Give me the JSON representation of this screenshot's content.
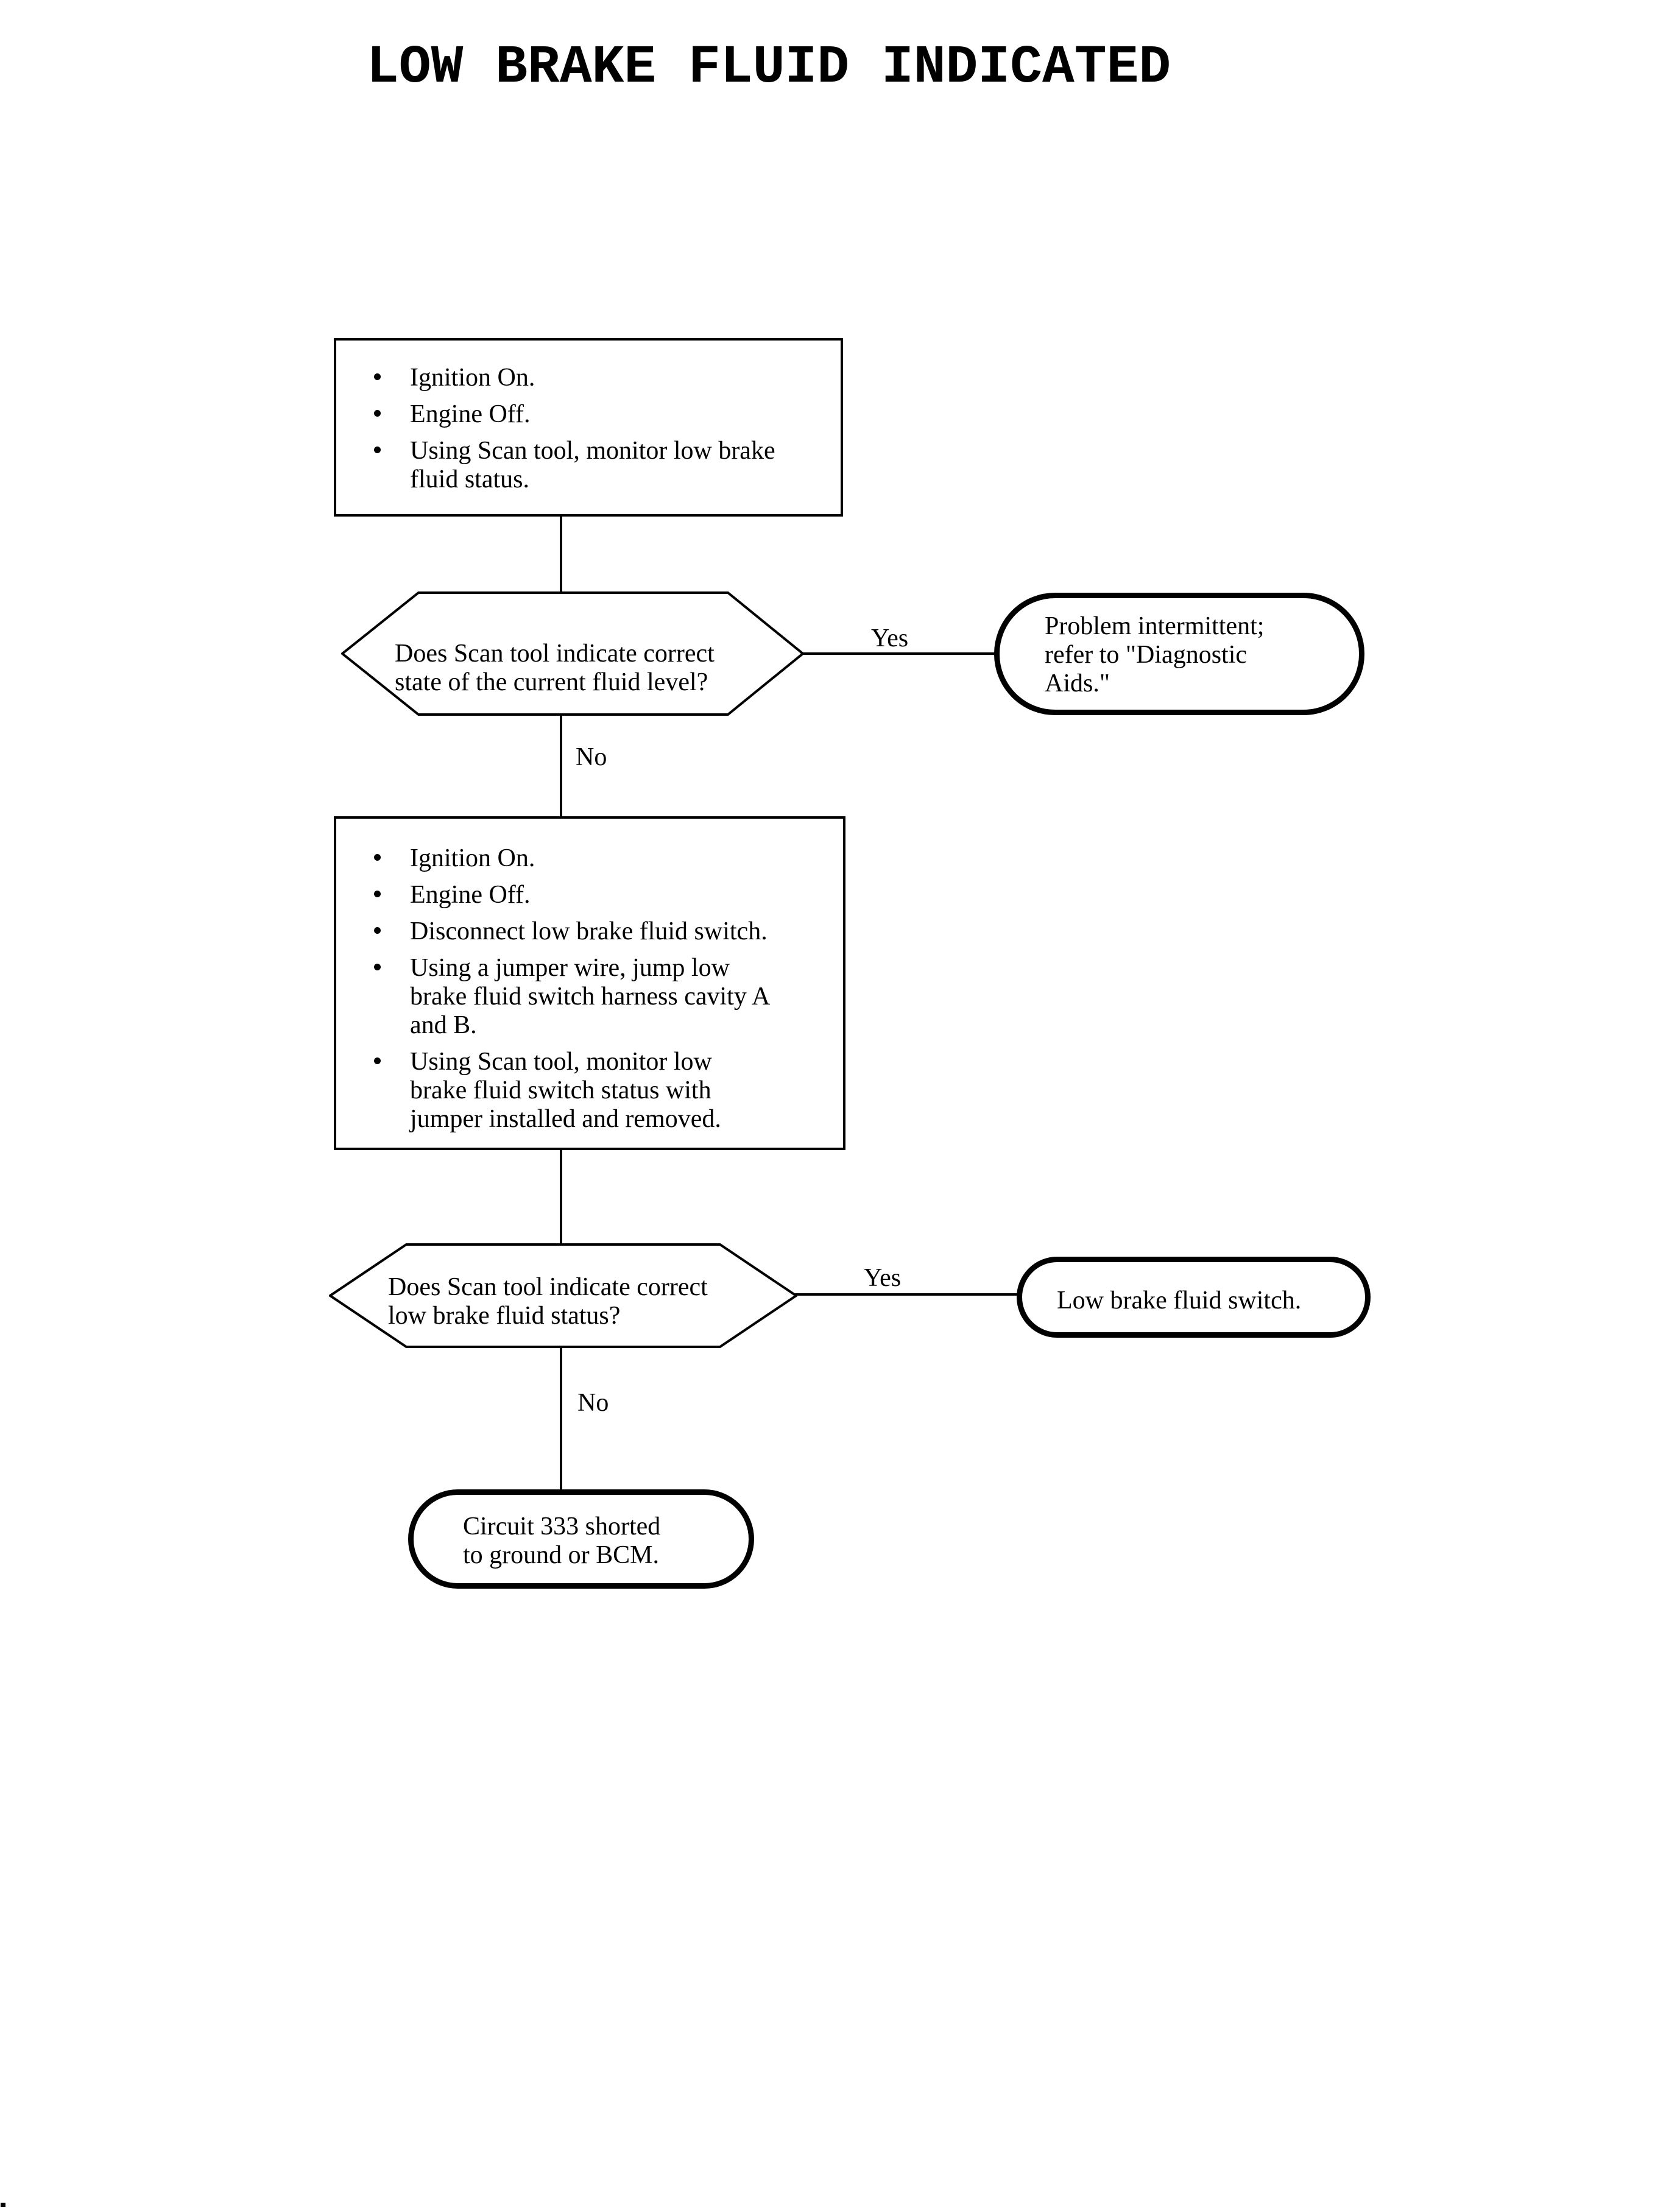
{
  "title": "LOW BRAKE FLUID INDICATED",
  "colors": {
    "ink": "#000000",
    "paper": "#ffffff"
  },
  "nodes": {
    "step1": {
      "type": "action-box",
      "bullets": [
        {
          "lines": [
            "Ignition On."
          ]
        },
        {
          "lines": [
            "Engine Off."
          ]
        },
        {
          "lines": [
            "Using Scan tool, monitor low brake",
            "fluid status."
          ]
        }
      ]
    },
    "decision1": {
      "type": "decision-hexagon",
      "lines": [
        "Does Scan tool indicate correct",
        "state of the current fluid level?"
      ]
    },
    "terminal1": {
      "type": "result-capsule",
      "lines": [
        "Problem intermittent;",
        "refer to \"Diagnostic",
        "Aids.\""
      ]
    },
    "step2": {
      "type": "action-box",
      "bullets": [
        {
          "lines": [
            "Ignition On."
          ]
        },
        {
          "lines": [
            "Engine Off."
          ]
        },
        {
          "lines": [
            "Disconnect low brake fluid switch."
          ]
        },
        {
          "lines": [
            "Using a jumper wire, jump low",
            "brake fluid switch harness cavity A",
            "and B."
          ]
        },
        {
          "lines": [
            "Using Scan tool, monitor low",
            "brake fluid switch status with",
            "jumper installed and removed."
          ]
        }
      ]
    },
    "decision2": {
      "type": "decision-hexagon",
      "lines": [
        "Does Scan tool indicate correct",
        "low brake fluid status?"
      ]
    },
    "terminal2": {
      "type": "result-capsule",
      "lines": [
        "Low brake fluid switch."
      ]
    },
    "terminal3": {
      "type": "result-capsule",
      "lines": [
        "Circuit 333 shorted",
        "to ground or BCM."
      ]
    }
  },
  "edges": {
    "decision1_yes": {
      "label": "Yes",
      "from": "decision1",
      "to": "terminal1"
    },
    "decision1_no": {
      "label": "No",
      "from": "decision1",
      "to": "step2"
    },
    "decision2_yes": {
      "label": "Yes",
      "from": "decision2",
      "to": "terminal2"
    },
    "decision2_no": {
      "label": "No",
      "from": "decision2",
      "to": "terminal3"
    }
  }
}
